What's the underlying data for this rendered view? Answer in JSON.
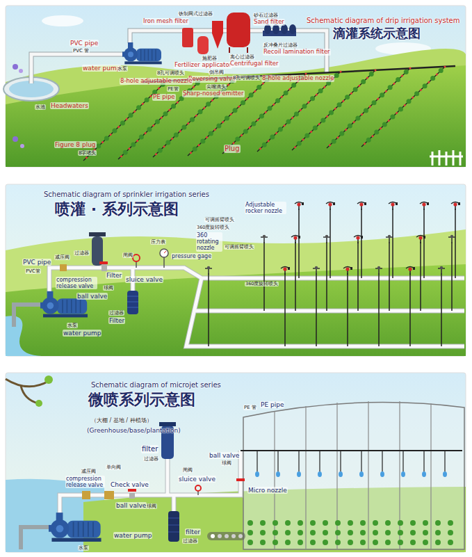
{
  "diagram": {
    "nodes": [
      {
        "text": [
          "Schematic diagram of drip irrigation system",
          "滴灌系统示意图"
        ]
      },
      {
        "text": [
          "Schematic diagram of sprinkler irrigation series",
          "喷灌 · 系列示意图"
        ]
      },
      {
        "text": [
          "Schematic diagram of microjet series",
          "微喷系列示意图",
          "（大棚 / 基地 / 种植场）",
          "(Greenhouse/base/plantation)"
        ]
      }
    ],
    "labels": [
      "铁制网式过滤器",
      "Iron mesh filter",
      "PVC pipe",
      "PVC 管",
      "water pump",
      "水泵",
      "施肥器",
      "Fertilizer applicator",
      "倒吊阀",
      "Reversing valve",
      "离心过滤器",
      "Centrifugal filter",
      "砂石过滤器",
      "Sand filter",
      "反冲叠片过滤器",
      "Recoil lamination filter",
      "8孔可调喷头",
      "8-hole adjustable nozzle",
      "尖嘴滴头",
      "Sharp-nosed emitter",
      "PE管",
      "PE pipe",
      "8孔可调喷头",
      "8-hole adjustable nozzle",
      "水池",
      "Headwaters",
      "Figure 8 plug",
      "8字堵头",
      "Plug",
      "PVC pipe",
      "PVC管",
      "减压阀",
      "compression release valve",
      "过滤器",
      "Filter",
      "球阀",
      "ball valve",
      "闸阀",
      "sluice valve",
      "压力表",
      "pressure gage",
      "过滤器",
      "Filter",
      "水泵",
      "water pump",
      "可调摇臂喷头",
      "Adjustable rocker nozzle",
      "360度旋转喷头",
      "360 rotating nozzle",
      "可调摇臂喷头",
      "360度旋转喷头",
      "PE 管",
      "PE pipe",
      "ball valve",
      "球阀",
      "Micro nozzle",
      "减压阀",
      "compression release valve",
      "单向阀",
      "Check valve",
      "filter",
      "过滤器",
      "闸阀",
      "sluice valve",
      "ball valve",
      "球阀",
      "water pump",
      "水泵",
      "filter",
      "过滤器"
    ]
  }
}
